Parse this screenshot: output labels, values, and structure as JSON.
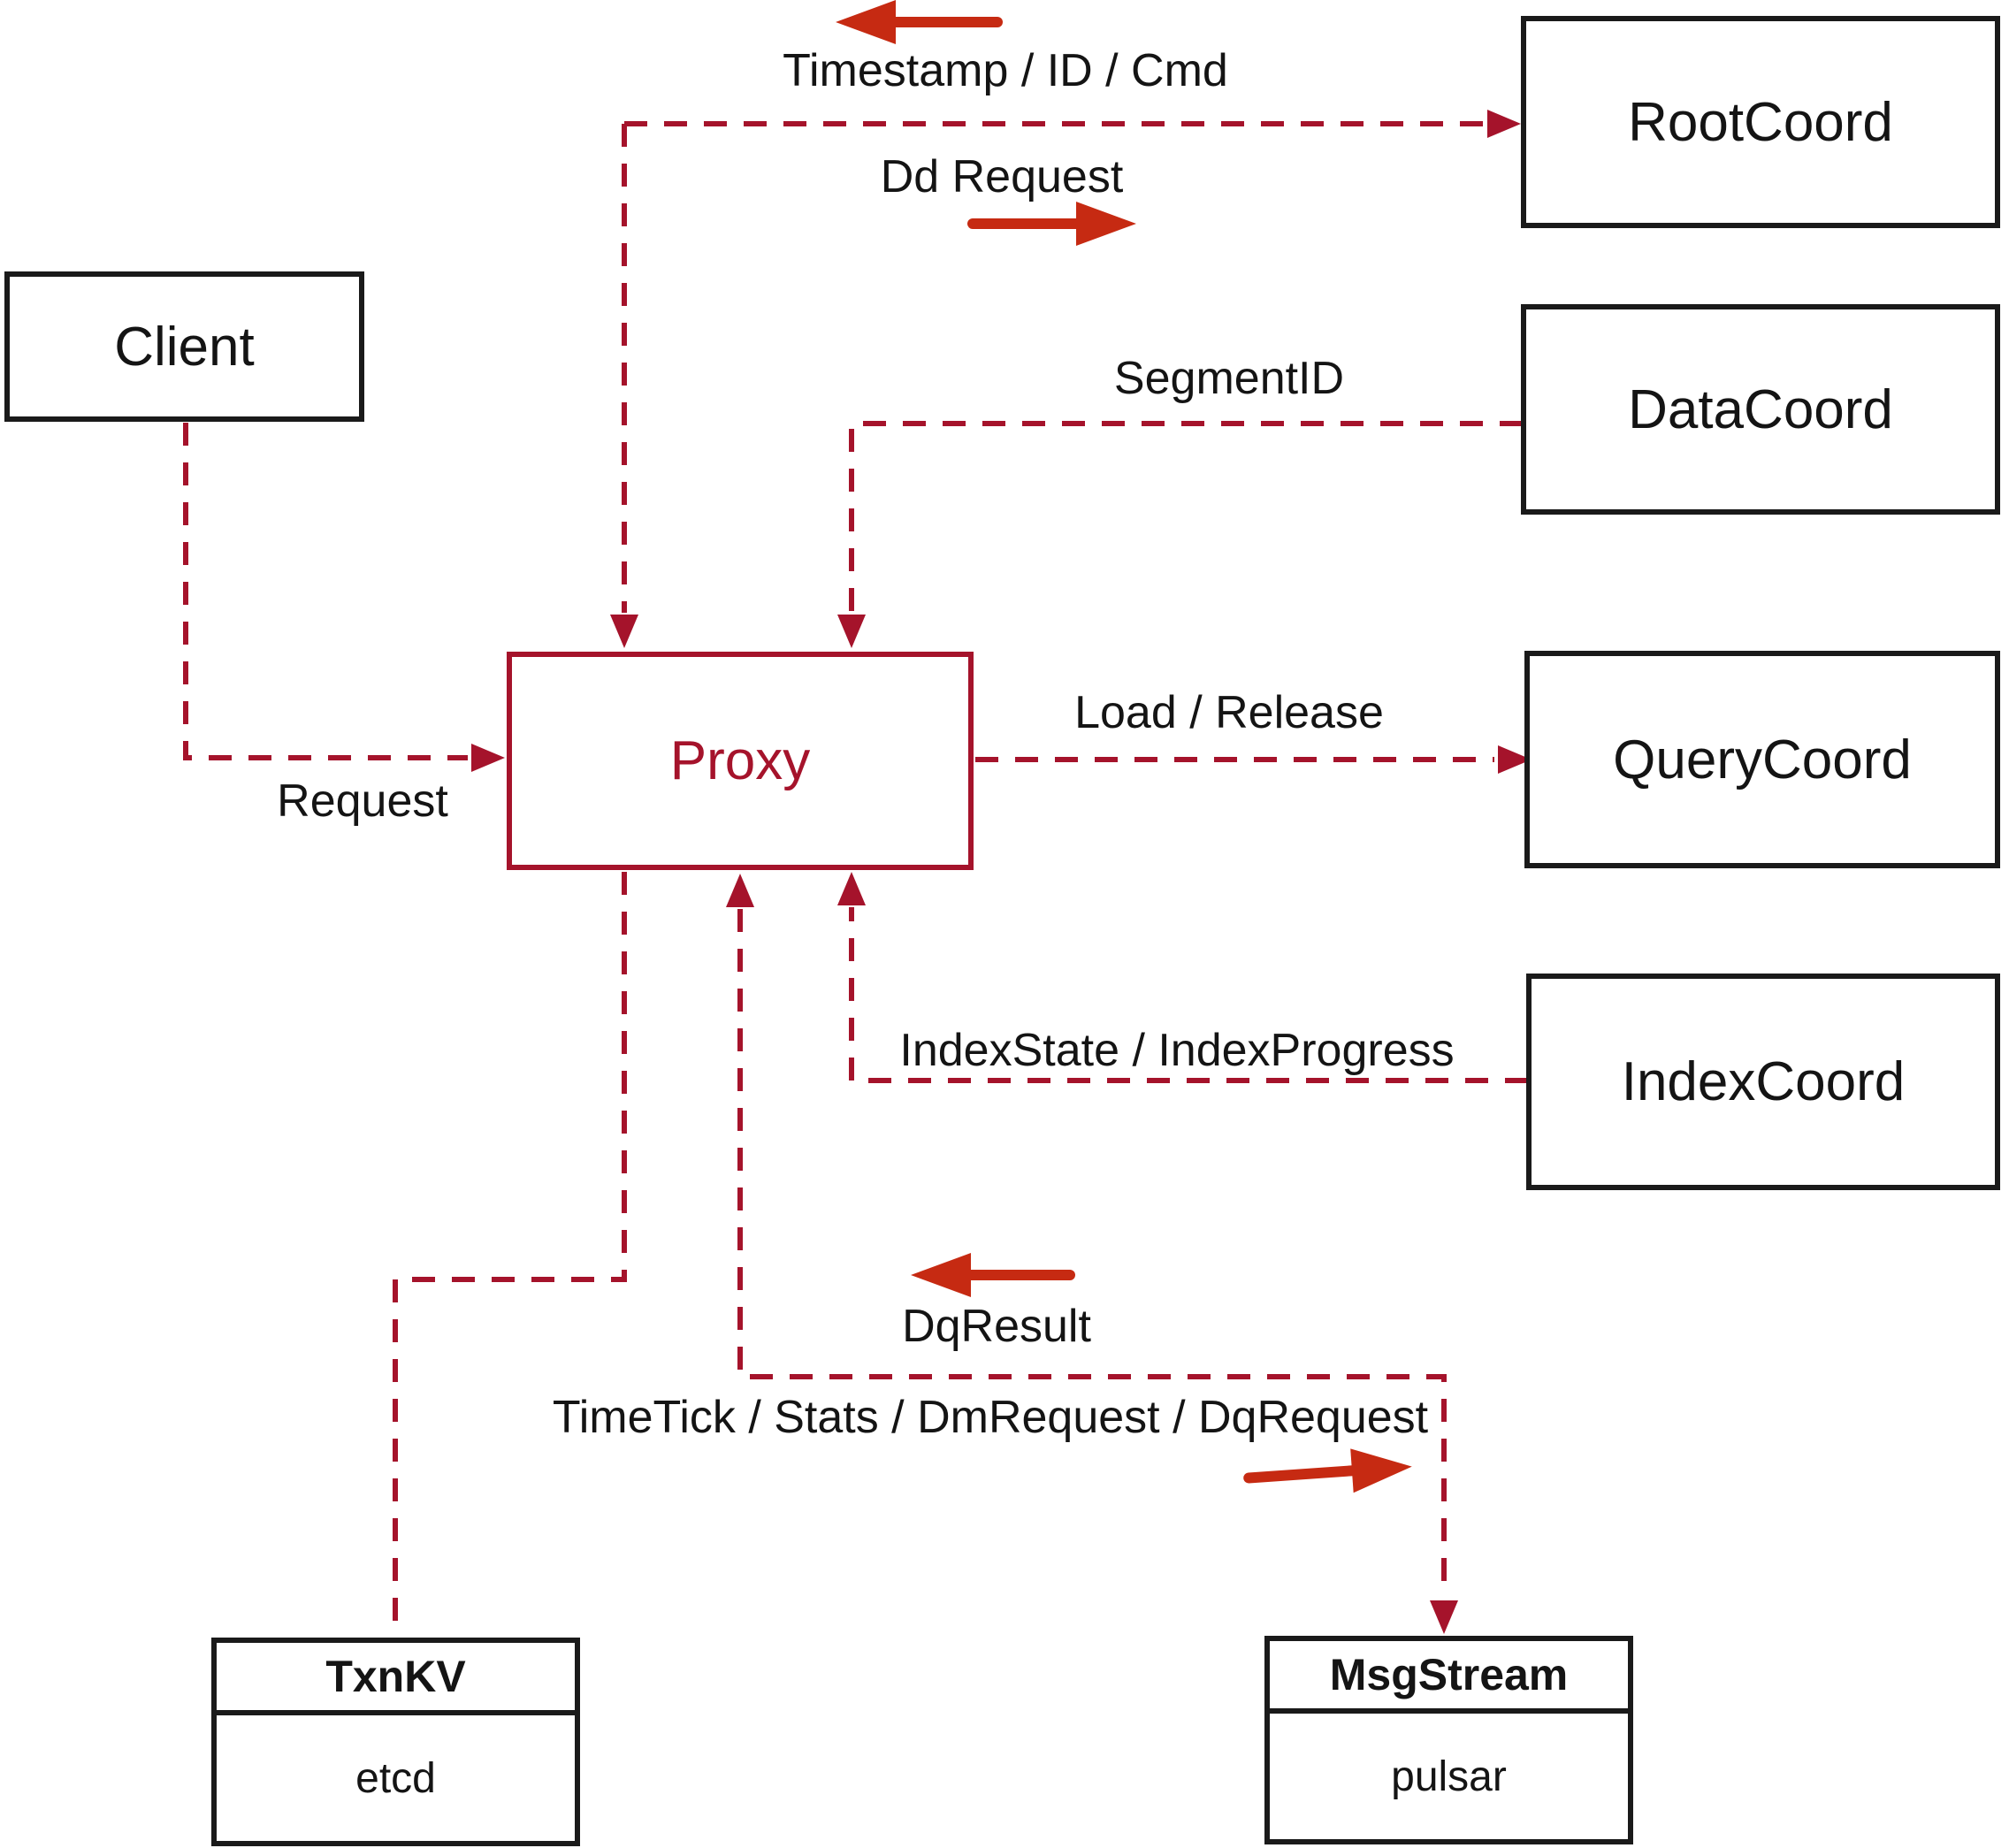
{
  "diagram": {
    "colors": {
      "dashed_line": "#a5132b",
      "solid_arrow": "#c62a12",
      "box_border": "#1a1a1a",
      "label_text": "#141414",
      "background": "#ffffff"
    },
    "nodes": {
      "client": {
        "label": "Client"
      },
      "proxy": {
        "label": "Proxy"
      },
      "rootcoord": {
        "label": "RootCoord"
      },
      "datacoord": {
        "label": "DataCoord"
      },
      "querycoord": {
        "label": "QueryCoord"
      },
      "indexcoord": {
        "label": "IndexCoord"
      },
      "txnkv": {
        "title": "TxnKV",
        "subtitle": "etcd"
      },
      "msgstream": {
        "title": "MsgStream",
        "subtitle": "pulsar"
      }
    },
    "edge_labels": {
      "timestamp": "Timestamp / ID / Cmd",
      "dd_request": "Dd Request",
      "segment_id": "SegmentID",
      "load_release": "Load / Release",
      "index_state": "IndexState / IndexProgress",
      "request": "Request",
      "dq_result": "DqResult",
      "timetick": "TimeTick / Stats / DmRequest / DqRequest"
    }
  }
}
